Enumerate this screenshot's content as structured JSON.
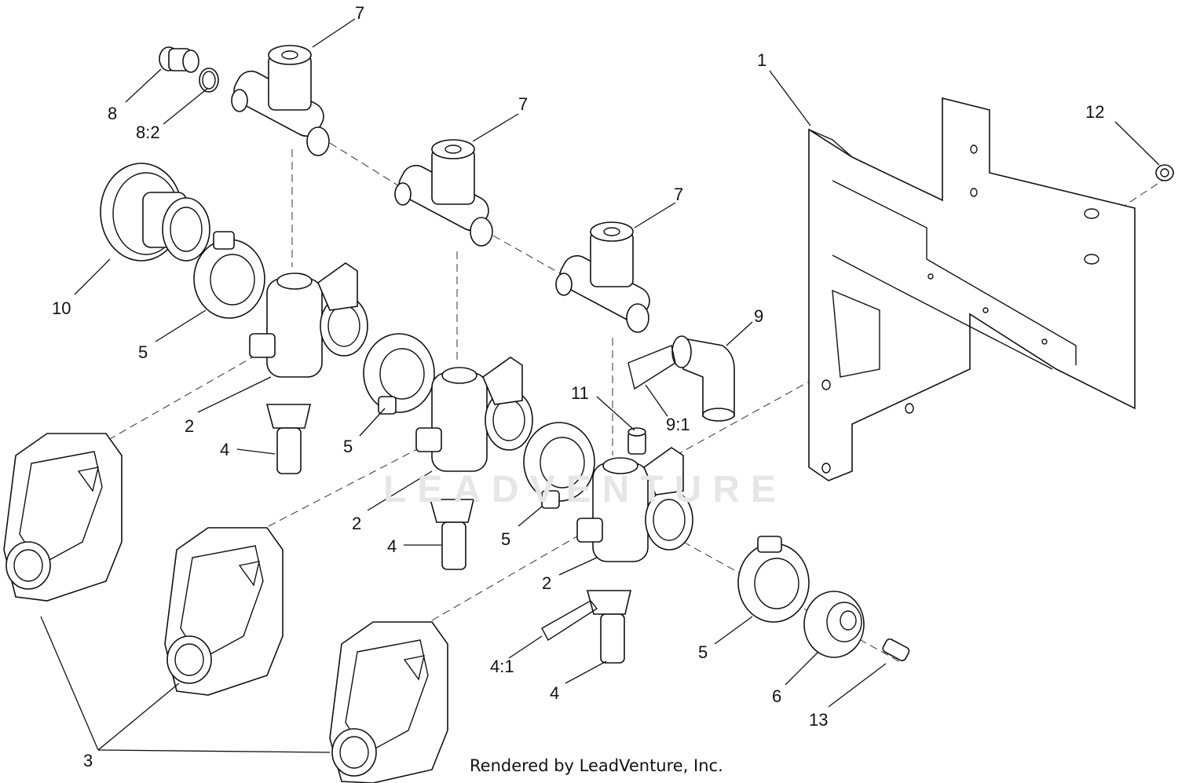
{
  "diagram": {
    "footer": "Rendered by LeadVenture, Inc.",
    "watermark": "LEADVENTURE",
    "labels": [
      {
        "id": "lbl-7a",
        "text": "7"
      },
      {
        "id": "lbl-8",
        "text": "8"
      },
      {
        "id": "lbl-8-2",
        "text": "8:2"
      },
      {
        "id": "lbl-7b",
        "text": "7"
      },
      {
        "id": "lbl-7c",
        "text": "7"
      },
      {
        "id": "lbl-1",
        "text": "1"
      },
      {
        "id": "lbl-12",
        "text": "12"
      },
      {
        "id": "lbl-10",
        "text": "10"
      },
      {
        "id": "lbl-5a",
        "text": "5"
      },
      {
        "id": "lbl-9",
        "text": "9"
      },
      {
        "id": "lbl-2a",
        "text": "2"
      },
      {
        "id": "lbl-11",
        "text": "11"
      },
      {
        "id": "lbl-9-1",
        "text": "9:1"
      },
      {
        "id": "lbl-4a",
        "text": "4"
      },
      {
        "id": "lbl-5b",
        "text": "5"
      },
      {
        "id": "lbl-2b",
        "text": "2"
      },
      {
        "id": "lbl-5c",
        "text": "5"
      },
      {
        "id": "lbl-4b",
        "text": "4"
      },
      {
        "id": "lbl-2c",
        "text": "2"
      },
      {
        "id": "lbl-5d",
        "text": "5"
      },
      {
        "id": "lbl-6",
        "text": "6"
      },
      {
        "id": "lbl-4-1",
        "text": "4:1"
      },
      {
        "id": "lbl-13",
        "text": "13"
      },
      {
        "id": "lbl-4c",
        "text": "4"
      },
      {
        "id": "lbl-3",
        "text": "3"
      }
    ]
  }
}
